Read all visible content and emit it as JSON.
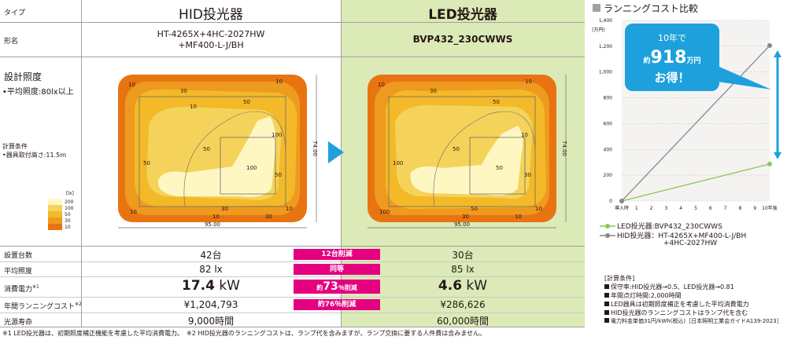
{
  "headers": {
    "type_label": "タイプ",
    "model_label": "形名",
    "hid_title": "HID投光器",
    "led_title": "LED投光器",
    "hid_model_line1": "HT-4265X+4HC-2027HW",
    "hid_model_line2": "+MF400-L-J/BH",
    "led_model": "BVP432_230CWWS"
  },
  "design": {
    "title": "設計照度",
    "sub": "•平均照度:80lx以上",
    "cond_title": "計算条件",
    "cond_text": "•器具取付高さ:11.5m",
    "legend_unit": "[lx]",
    "legend_values": [
      "200",
      "100",
      "50",
      "30",
      "10"
    ],
    "legend_colors": [
      "#fff7c2",
      "#f5d35a",
      "#f3b928",
      "#ee9a1f",
      "#e87411"
    ]
  },
  "maps": {
    "width_label": "95.00",
    "height_label": "74.00",
    "hid_labels": [
      "10",
      "30",
      "10",
      "50",
      "50",
      "50",
      "100",
      "10",
      "30",
      "50",
      "100",
      "10",
      "30",
      "10",
      "10"
    ],
    "led_labels": [
      "10",
      "30",
      "10",
      "50",
      "50",
      "100",
      "50",
      "100",
      "10",
      "30",
      "10",
      "30",
      "50",
      "10"
    ]
  },
  "rows": [
    {
      "label": "設置台数",
      "note": "",
      "hid": "42台",
      "led": "30台",
      "badge": "12台削減"
    },
    {
      "label": "平均照度",
      "note": "",
      "hid": "82 lx",
      "led": "85 lx",
      "badge": "同等"
    },
    {
      "label": "消費電力",
      "note": "※1",
      "hid_num": "17.4",
      "hid_unit": " kW",
      "led_num": "4.6",
      "led_unit": " kW",
      "badge_pre": "約",
      "badge_num": "73",
      "badge_post": "％削減"
    },
    {
      "label": "年間ランニングコスト",
      "note": "※2",
      "hid": "¥1,204,793",
      "led": "¥286,626",
      "badge": "約76％削減"
    },
    {
      "label": "光源寿命",
      "note": "",
      "hid": "9,000時間",
      "led": "60,000時間",
      "badge": ""
    }
  ],
  "footnote": "※1 LED投光器は、初期照度補正機能を考慮した平均消費電力。　※2 HID投光器のランニングコストは、ランプ代を含みますが、ランプ交換に要する人件費は含みません。",
  "chart_data": {
    "type": "line",
    "title": "ランニングコスト比較",
    "ylabel": "(万円)",
    "ylim": [
      0,
      1400
    ],
    "y_ticks": [
      "1,400",
      "1,200",
      "1,000",
      "800",
      "600",
      "400",
      "200",
      "0"
    ],
    "x_ticks": [
      "導入時",
      "1",
      "2",
      "3",
      "4",
      "5",
      "6",
      "7",
      "8",
      "9",
      "10年後"
    ],
    "x": [
      0,
      10
    ],
    "series": [
      {
        "name": "LED投光器:BVP432_230CWWS",
        "color": "#8dc556",
        "values": [
          0,
          287
        ]
      },
      {
        "name": "HID投光器：HT-4265X+MF400-L-J/BH +4HC-2027HW",
        "color": "#898989",
        "values": [
          0,
          1205
        ]
      }
    ],
    "legend": [
      {
        "line1": "LED投光器:BVP432_230CWWS",
        "line2": ""
      },
      {
        "line1": "HID投光器：HT-4265X+MF400-L-J/BH",
        "line2": "+4HC-2027HW"
      }
    ],
    "callout": {
      "line1": "10年で",
      "pre": "約",
      "num": "918",
      "unit": "万円",
      "line3": "お得！"
    }
  },
  "calc_conditions": {
    "title": "[計算条件]",
    "items": [
      "保守率:HID投光器→0.5、LED投光器→0.81",
      "年間点灯時間:2,000時間",
      "LED器具は初期照度補正を考慮した平均消費電力",
      "HID投光器のランニングコストはランプ代を含む",
      "電力料金単価31円/kWh(税込)［日本照明工業会ガイドA139-2023］"
    ]
  }
}
